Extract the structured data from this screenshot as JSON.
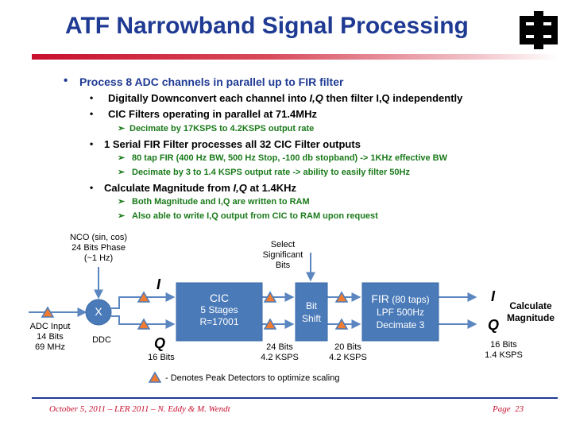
{
  "title": "ATF Narrowband Signal Processing",
  "bullets": {
    "main": "Process 8 ADC channels in parallel up to FIR filter",
    "b1_pre": "Digitally Downconvert each channel into ",
    "b1_em": "I,Q",
    "b1_post": " then filter I,Q independently",
    "b2": "CIC Filters operating in parallel at 71.4MHz",
    "b2_s1": "Decimate by 17KSPS to 4.2KSPS output rate",
    "b3": "1 Serial FIR Filter processes all 32 CIC Filter outputs",
    "b3_s1": "80 tap FIR (400 Hz BW, 500 Hz Stop, -100 db stopband) -> 1KHz effective BW",
    "b3_s2": "Decimate by 3 to 1.4 KSPS output rate -> ability to easily filter 50Hz",
    "b4_pre": "Calculate Magnitude from ",
    "b4_em": "I,Q",
    "b4_post": " at 1.4KHz",
    "b4_s1": "Both Magnitude and I,Q are written to RAM",
    "b4_s2": "Also able to write I,Q output from CIC to RAM upon request"
  },
  "diagram": {
    "nco": [
      "NCO (sin, cos)",
      "24 Bits Phase",
      "(~1 Hz)"
    ],
    "select": [
      "Select",
      "Significant",
      "Bits"
    ],
    "mixer": "X",
    "ddc": "DDC",
    "adc": [
      "ADC Input",
      "14 Bits",
      "69 MHz"
    ],
    "i_label": "I",
    "q_label": "Q",
    "q_bits": "16 Bits",
    "cic": [
      "CIC",
      "5 Stages",
      "R=17001"
    ],
    "bitshift": [
      "Bit",
      "Shift"
    ],
    "fir_title": "FIR",
    "fir_taps": " (80 taps)",
    "fir": [
      "LPF 500Hz",
      "Decimate 3"
    ],
    "cic_out": [
      "24 Bits",
      "4.2 KSPS"
    ],
    "shift_out": [
      "20 Bits",
      "4.2 KSPS"
    ],
    "out_i": "I",
    "out_q": "Q",
    "calc": [
      "Calculate",
      "Magnitude"
    ],
    "out_bits": [
      "16 Bits",
      "1.4 KSPS"
    ],
    "legend": "- Denotes Peak Detectors to optimize scaling"
  },
  "footer": {
    "left": "October 5, 2011 – LER 2011 – N. Eddy & M. Wendt",
    "page_label": "Page",
    "page_num": "23"
  },
  "colors": {
    "title": "#1f3a93",
    "block": "#4a7ab8",
    "triangle": "#f07c32",
    "arrow": "#5b86c0",
    "accent_red": "#c8102e",
    "sub_green": "#1a7a1a"
  }
}
